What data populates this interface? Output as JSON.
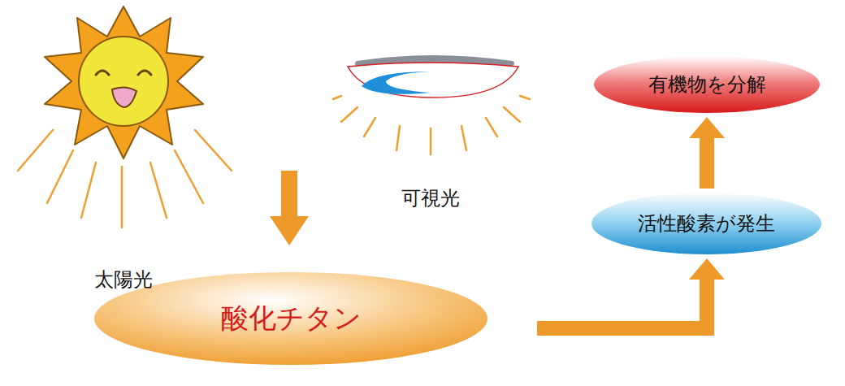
{
  "diagram": {
    "nodes": [
      {
        "text": [
          "酸化チタン"
        ]
      },
      {
        "text": [
          "活性酸素が発生"
        ]
      },
      {
        "text": [
          "有機物を分解"
        ]
      }
    ],
    "edges": [
      {
        "from": 0,
        "to": 1,
        "arrow": "to"
      },
      {
        "from": 1,
        "to": 2,
        "arrow": "to"
      }
    ],
    "labels": [
      "太陽光",
      "可視光"
    ]
  }
}
